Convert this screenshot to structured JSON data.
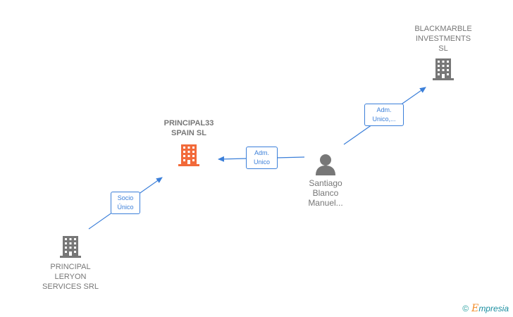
{
  "nodes": {
    "blackmarble": {
      "label": "BLACKMARBLE\nINVESTMENTS\nSL",
      "type": "company",
      "color": "#777777"
    },
    "principal33": {
      "label": "PRINCIPAL33\nSPAIN  SL",
      "type": "company",
      "color": "#f26a3a"
    },
    "santiago": {
      "label": "Santiago\nBlanco\nManuel...",
      "type": "person",
      "color": "#777777"
    },
    "leryon": {
      "label": "PRINCIPAL\nLERYON\nSERVICES SRL",
      "type": "company",
      "color": "#777777"
    }
  },
  "edges": {
    "santiago_to_blackmarble": {
      "label": "Adm.\nUnico,..."
    },
    "santiago_to_principal33": {
      "label": "Adm.\nUnico"
    },
    "leryon_to_principal33": {
      "label": "Socio\nÚnico"
    }
  },
  "edge_color": "#3b7fd9",
  "brand": {
    "copyright": "©",
    "initial": "E",
    "name": "mpresia"
  }
}
